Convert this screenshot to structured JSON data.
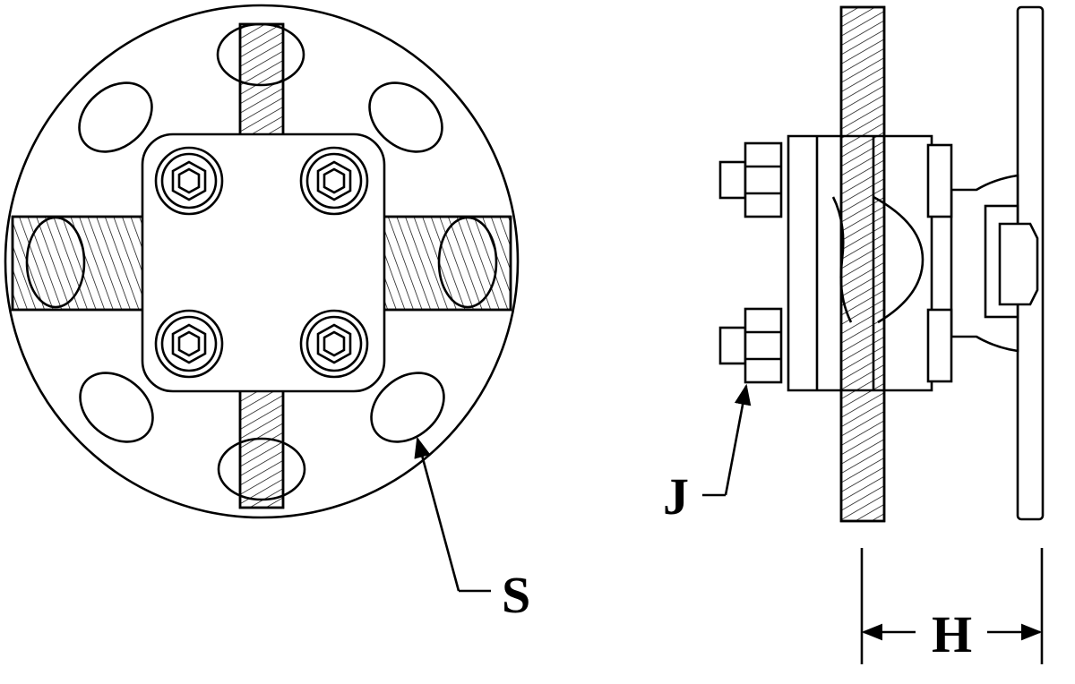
{
  "labels": {
    "s": "S",
    "j": "J",
    "h": "H"
  },
  "colors": {
    "line": "#000000",
    "fill": "#ffffff"
  }
}
